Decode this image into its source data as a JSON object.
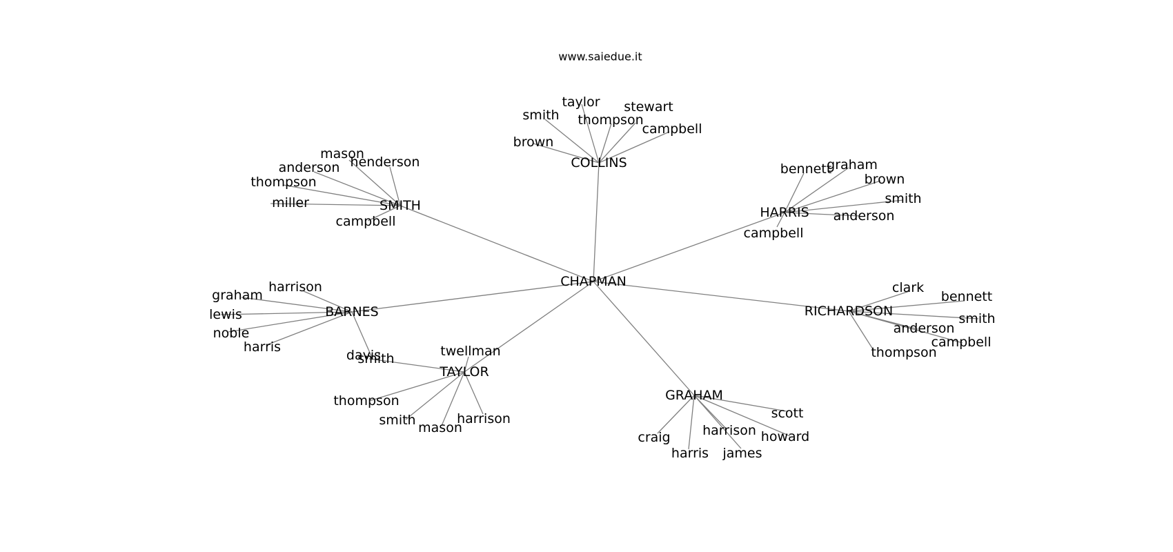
{
  "header": {
    "site": "www.saiedue.it"
  },
  "colors": {
    "edge": "#7f7f7f",
    "text": "#000000",
    "background": "#ffffff"
  },
  "tree": {
    "root": "CHAPMAN",
    "groups": [
      {
        "name": "COLLINS",
        "children": [
          "taylor",
          "smith",
          "stewart",
          "thompson",
          "campbell",
          "brown"
        ]
      },
      {
        "name": "SMITH",
        "children": [
          "mason",
          "henderson",
          "anderson",
          "thompson",
          "miller",
          "campbell"
        ]
      },
      {
        "name": "HARRIS",
        "children": [
          "bennett",
          "graham",
          "brown",
          "smith",
          "anderson",
          "campbell"
        ]
      },
      {
        "name": "BARNES",
        "children": [
          "harrison",
          "graham",
          "lewis",
          "noble",
          "harris",
          "davis"
        ]
      },
      {
        "name": "RICHARDSON",
        "children": [
          "clark",
          "bennett",
          "smith",
          "anderson",
          "campbell",
          "thompson"
        ]
      },
      {
        "name": "TAYLOR",
        "children": [
          "twellman",
          "smith",
          "thompson",
          "smith",
          "mason",
          "harrison"
        ]
      },
      {
        "name": "GRAHAM",
        "children": [
          "scott",
          "harrison",
          "howard",
          "craig",
          "harris",
          "james"
        ]
      }
    ]
  }
}
